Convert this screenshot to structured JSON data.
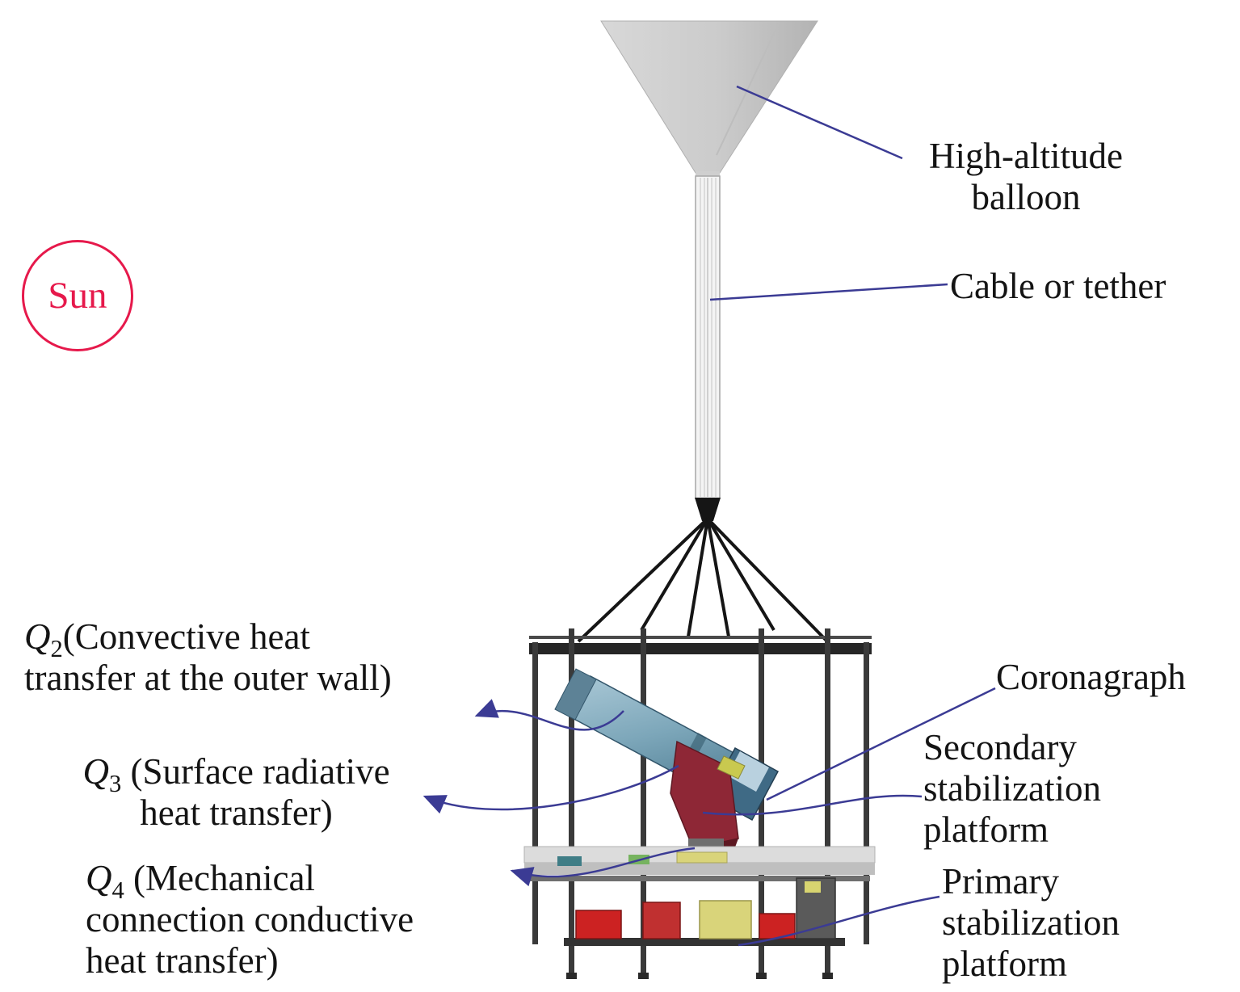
{
  "sun": {
    "label": "Sun",
    "color": "#e6194b"
  },
  "annotations": {
    "balloon": {
      "line1": "High-altitude",
      "line2": "balloon"
    },
    "cable": {
      "label": "Cable or tether"
    },
    "coronagraph": {
      "label": "Coronagraph"
    },
    "secondary_platform": {
      "line1": "Secondary",
      "line2": "stabilization",
      "line3": "platform"
    },
    "primary_platform": {
      "line1": "Primary",
      "line2": "stabilization",
      "line3": "platform"
    },
    "q2": {
      "symbol": "Q",
      "sub": "2",
      "line1": "(Convective heat",
      "line2": "transfer at the outer wall)"
    },
    "q3": {
      "symbol": "Q",
      "sub": "3",
      "line1": " (Surface radiative",
      "line2": "heat transfer)"
    },
    "q4": {
      "symbol": "Q",
      "sub": "4",
      "line1": " (Mechanical",
      "line2": "connection conductive",
      "line3": "heat transfer)"
    }
  },
  "colors": {
    "sun_accent": "#e6194b",
    "leader_line": "#3b3b94",
    "text": "#141414",
    "balloon_fill": "#c9c9c9",
    "cable_fill": "#f4f4f4",
    "frame": "#3a3a3a",
    "telescope_tube": "#7da7ba",
    "telescope_camera": "#3f6a85",
    "mount": "#8e2736",
    "platform": "#dcdcdc",
    "equipment_red": "#cc2222",
    "equipment_yellow": "#d9d47a"
  }
}
